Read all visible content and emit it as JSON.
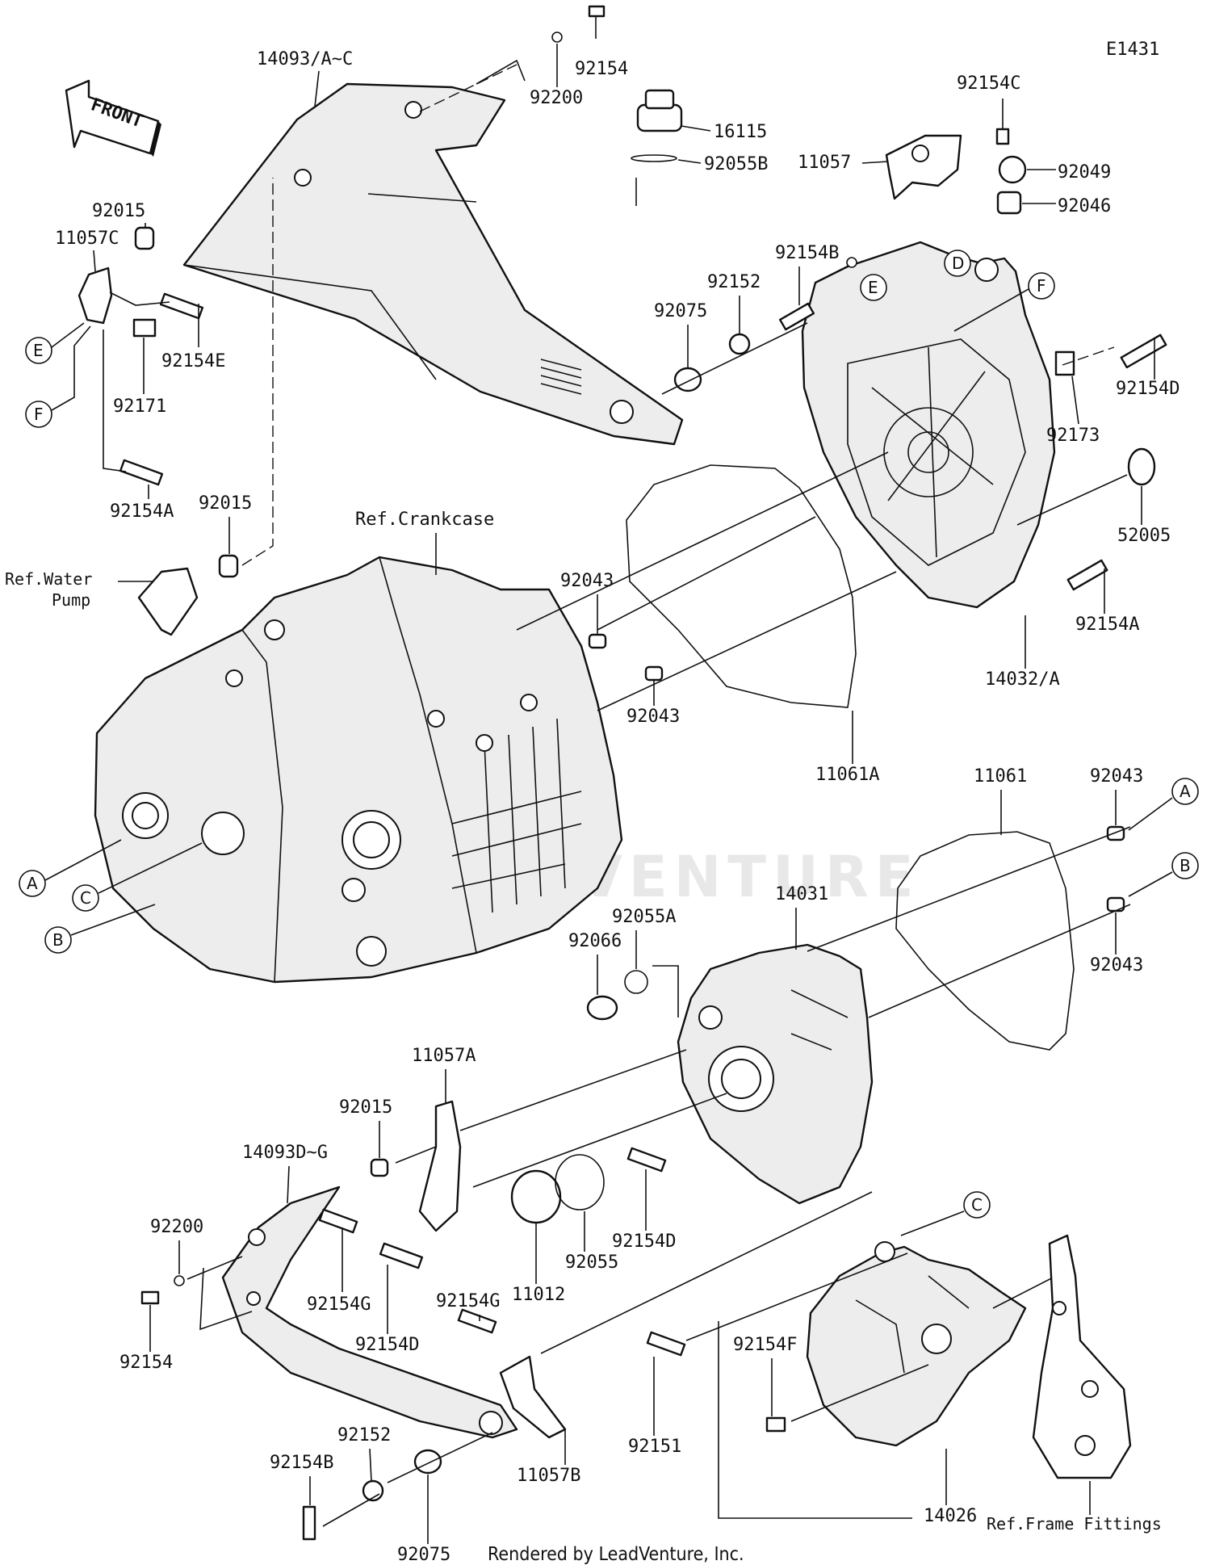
{
  "diagram_code": "E1431",
  "front_arrow": "FRONT",
  "credit": "Rendered by LeadVenture, Inc.",
  "watermark": "LEADVENTURE",
  "parts": {
    "p14093_ac": "14093/A~C",
    "p92200_top": "92200",
    "p92154_top": "92154",
    "p16115": "16115",
    "p92055b": "92055B",
    "p92154c": "92154C",
    "p11057": "11057",
    "p92049": "92049",
    "p92046": "92046",
    "p92015_a": "92015",
    "p11057c": "11057C",
    "p92154e": "92154E",
    "p92171": "92171",
    "p92154a_left": "92154A",
    "p92015_b": "92015",
    "p92154b_top": "92154B",
    "p92152_top": "92152",
    "p92075_top": "92075",
    "p92154d_right": "92154D",
    "p92173": "92173",
    "p52005": "52005",
    "p92154a_right": "92154A",
    "p14032a": "14032/A",
    "ref_crankcase": "Ref.Crankcase",
    "ref_water_pump_1": "Ref.Water",
    "ref_water_pump_2": "Pump",
    "p92043_a": "92043",
    "p92043_b": "92043",
    "p11061a": "11061A",
    "p11061": "11061",
    "p92043_c": "92043",
    "p92043_d": "92043",
    "p14031": "14031",
    "p92055a": "92055A",
    "p92066": "92066",
    "p11057a": "11057A",
    "p92015_c": "92015",
    "p14093_dg": "14093D~G",
    "p92200_bot": "92200",
    "p92154_bot": "92154",
    "p92154g_a": "92154G",
    "p92154d_a": "92154D",
    "p92154g_b": "92154G",
    "p11012": "11012",
    "p92055": "92055",
    "p92154d_b": "92154D",
    "p92152_bot": "92152",
    "p92154b_bot": "92154B",
    "p92075_bot": "92075",
    "p11057b": "11057B",
    "p92151": "92151",
    "p92154f": "92154F",
    "p14026": "14026",
    "ref_frame": "Ref.Frame Fittings"
  },
  "callouts": {
    "a": "A",
    "b": "B",
    "c": "C",
    "d": "D",
    "e": "E",
    "f": "F"
  }
}
